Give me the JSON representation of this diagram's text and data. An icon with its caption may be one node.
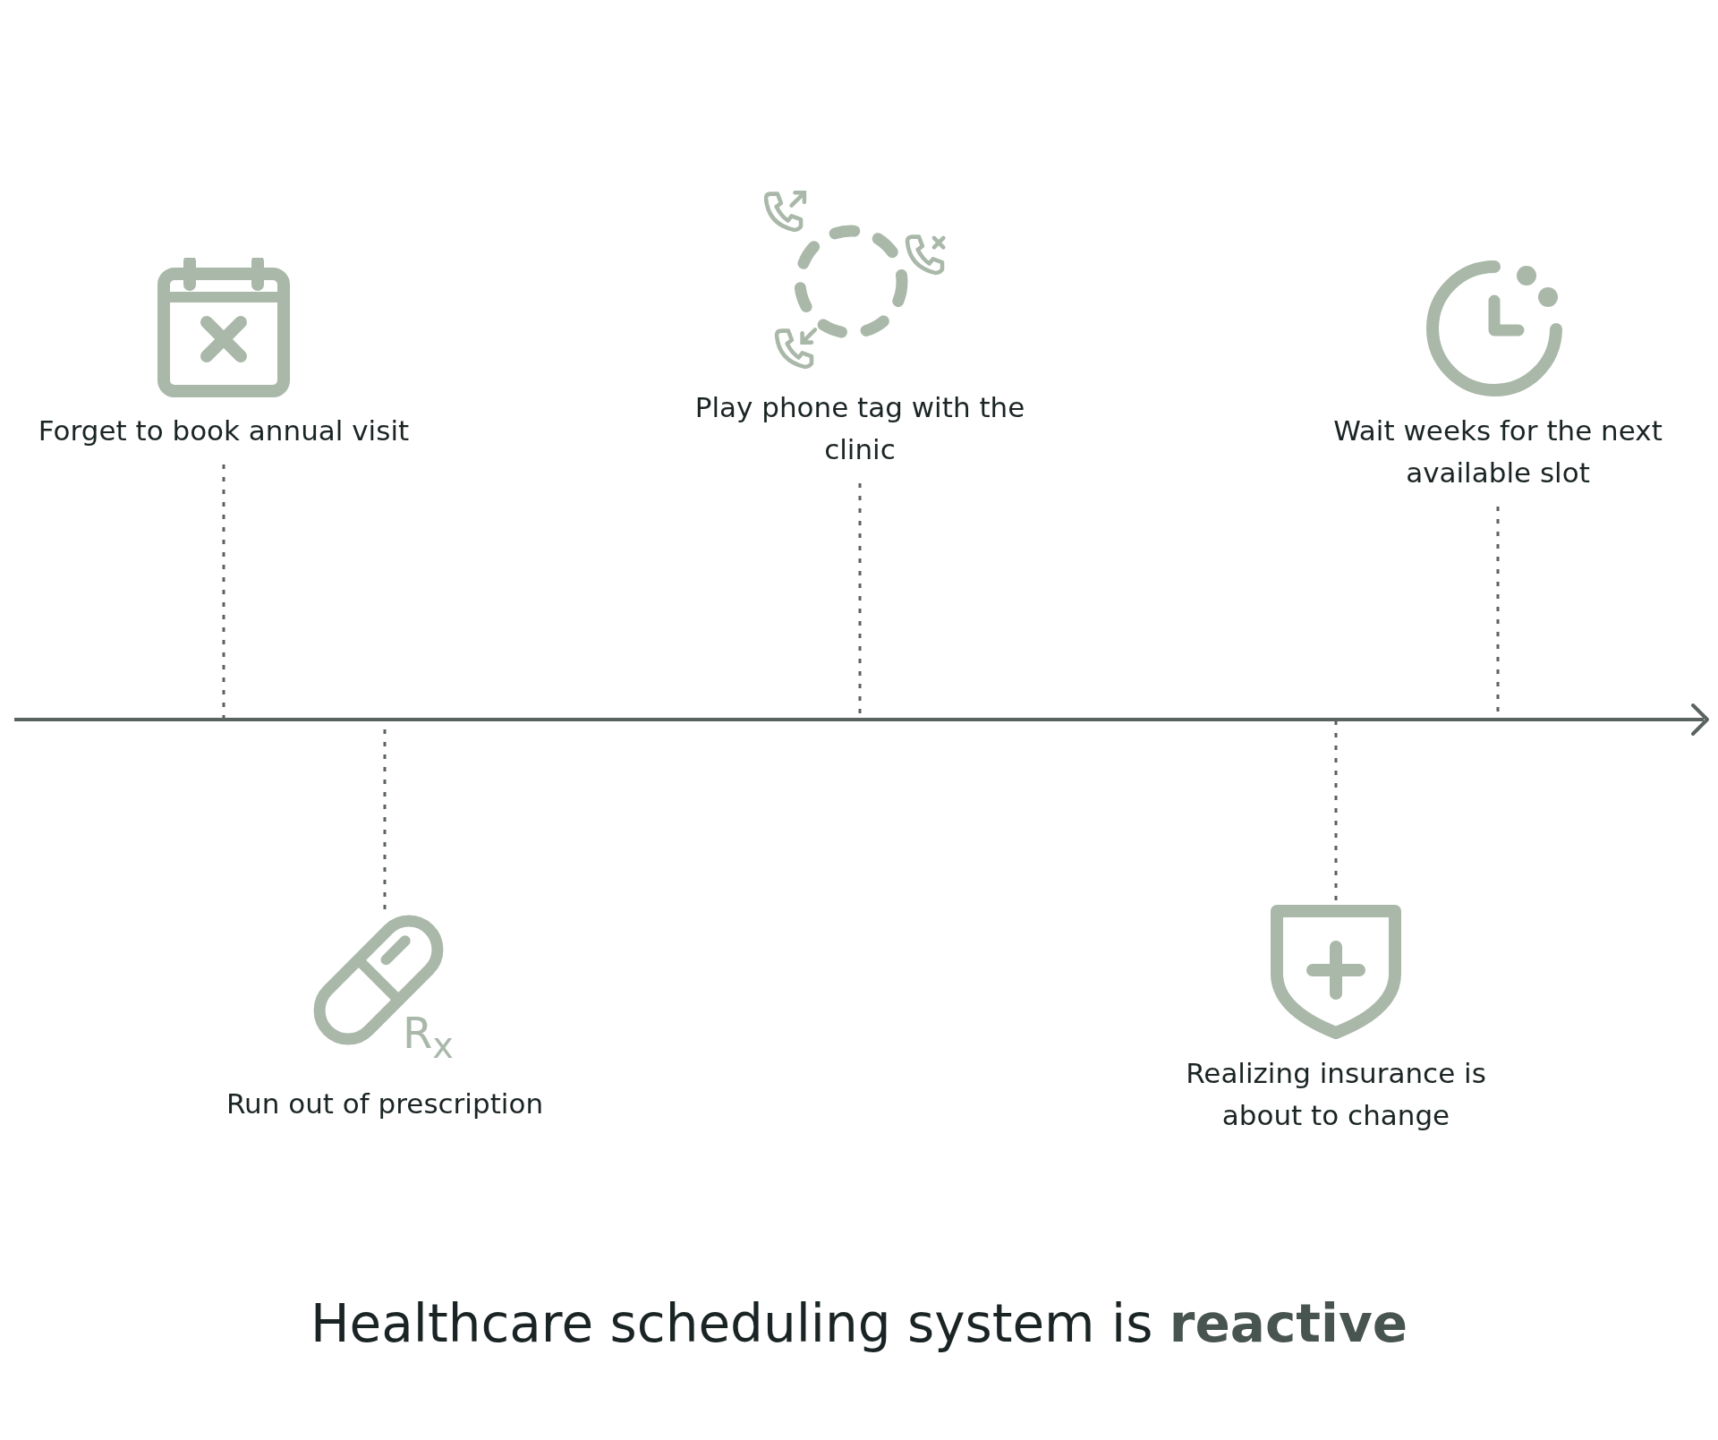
{
  "diagram": {
    "caption": "Healthcare scheduling system is **reactive**",
    "nodes": [
      {
        "text": [
          "Forget to book annual visit"
        ]
      },
      {
        "text": [
          "Run out of prescription"
        ]
      },
      {
        "text": [
          "Play phone tag with the clinic"
        ]
      },
      {
        "text": [
          "Realizing insurance is about to change"
        ]
      },
      {
        "text": [
          "Wait weeks for the next available slot"
        ]
      }
    ],
    "edges": [
      {
        "from": 0,
        "to": null,
        "arrow": "none",
        "style": "dashed"
      },
      {
        "from": 1,
        "to": null,
        "arrow": "none",
        "style": "dashed"
      },
      {
        "from": 2,
        "to": null,
        "arrow": "none",
        "style": "dashed"
      },
      {
        "from": 3,
        "to": null,
        "arrow": "none",
        "style": "dashed"
      },
      {
        "from": 4,
        "to": null,
        "arrow": "none",
        "style": "dashed"
      }
    ],
    "labels": [
      "R$_{x}$"
    ]
  }
}
